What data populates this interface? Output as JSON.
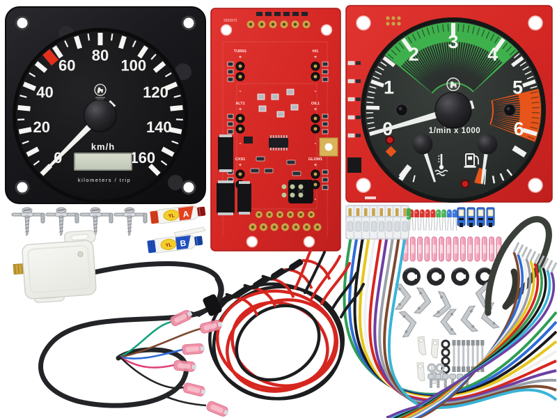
{
  "speedometer": {
    "unit_label": "km/h",
    "odometer_label": "kilometers / trip",
    "min": 0,
    "max": 160,
    "numbers": [
      0,
      20,
      40,
      60,
      80,
      100,
      120,
      140,
      160
    ],
    "minor_step": 5,
    "major_step": 10,
    "red_mark_value": 56,
    "needle_value": 0,
    "colors": {
      "bezel": "#1b1b1e",
      "face": "#141414",
      "tick": "#f5f5f3",
      "red_mark": "#e2301c",
      "lcd": "#ccd2c6",
      "needle": "#f2f2ef"
    }
  },
  "tachometer": {
    "unit_label": "1/min x 1000",
    "min": 0,
    "max": 6,
    "numbers": [
      0,
      1,
      2,
      3,
      4,
      5,
      6
    ],
    "green_zone": [
      1.55,
      4.35
    ],
    "orange_zone": [
      5.15,
      6.15
    ],
    "needle_value": 0,
    "colors": {
      "pcb": "#d8292b",
      "face": "#2c312f",
      "green": "#3eb04c",
      "orange": "#e8551a",
      "tick": "#f2f3f1",
      "needle": "#eceeec"
    }
  },
  "control_pcb": {
    "serial": "2033973",
    "plus": "+",
    "minus": "-",
    "positions": [
      "TURN1",
      "HI1",
      "ALT1",
      "OIL1",
      "CXS1",
      "GLOW1"
    ],
    "color": "#d8292b"
  },
  "kit_parts": {
    "clamps": {
      "count": 4
    },
    "epoxy_tube_a": {
      "brand": "YL",
      "letter": "A",
      "accent": "#e04120"
    },
    "epoxy_tube_b": {
      "brand": "YL",
      "letter": "B",
      "accent": "#2050c0"
    },
    "sensor_wire_colors": [
      "#13a17e",
      "#7c4a30",
      "#2f6cd8",
      "#e0447a",
      "#232323"
    ],
    "spade_connectors": {
      "count": 6,
      "color": "#ef8aa2"
    },
    "jumper_wires": {
      "colors": [
        "#d62620",
        "#1c1d1f"
      ],
      "inline_connectors": 5
    },
    "harness_connector_pins": 16,
    "harness_wire_colors": [
      "#2f9e53",
      "#2f6cd8",
      "#1a1a1d",
      "#e6c51c",
      "#f0f0ee",
      "#d62620",
      "#6d3fa2",
      "#9aa0a8",
      "#7c4a30",
      "#3ab4d8"
    ],
    "led_colors": [
      "#d62620",
      "#d62620",
      "#d62620",
      "#d62620",
      "#d62620",
      "#d62620",
      "#3eb04c",
      "#3eb04c",
      "#2f6cd8",
      "#2f6cd8"
    ],
    "t5_bulbs": {
      "count": 4,
      "color": "#2f6cd8"
    },
    "butt_connectors": {
      "count": 14,
      "color": "#f0a2ba"
    },
    "grommets": {
      "count": 4
    },
    "angle_brackets": {
      "count": 8
    },
    "plastic_clips": {
      "count": 4
    },
    "o_rings": {
      "count": 4
    },
    "washers": {
      "count": 4
    },
    "studs": {
      "count": 7
    },
    "screws": {
      "count": 6
    },
    "stripped_wire_colors": [
      "#7c4a30",
      "#2f6cd8",
      "#f0f0ee",
      "#9aa0a8",
      "#e6c51c",
      "#d62620",
      "#2f9e53",
      "#1a1a1d",
      "#3ab4d8",
      "#6d3fa2"
    ]
  }
}
